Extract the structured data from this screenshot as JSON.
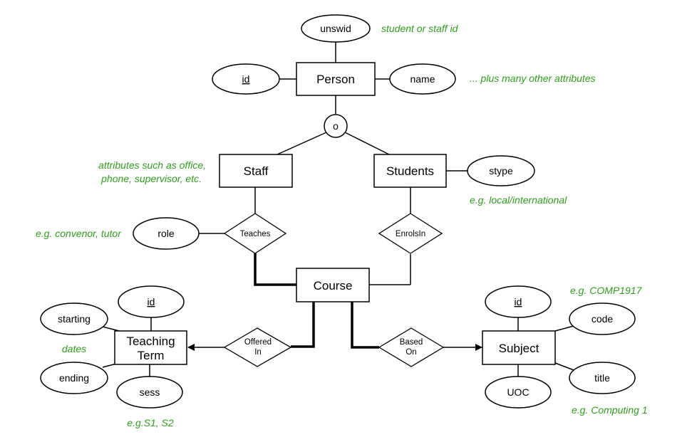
{
  "entities": {
    "person": "Person",
    "staff": "Staff",
    "students": "Students",
    "course": "Course",
    "teaching_term_line1": "Teaching",
    "teaching_term_line2": "Term",
    "subject": "Subject"
  },
  "attributes": {
    "unswid": "unswid",
    "person_id": "id",
    "name": "name",
    "stype": "stype",
    "role": "role",
    "term_id": "id",
    "starting": "starting",
    "ending": "ending",
    "sess": "sess",
    "subject_id": "id",
    "code": "code",
    "title": "title",
    "uoc": "UOC"
  },
  "relationships": {
    "teaches": "Teaches",
    "enrols_in": "EnrolsIn",
    "offered_in_line1": "Offered",
    "offered_in_line2": "In",
    "based_on_line1": "Based",
    "based_on_line2": "On"
  },
  "specialisation": {
    "disjointness": "o"
  },
  "notes": {
    "unswid": "student or staff id",
    "person_attrs": "... plus many other attributes",
    "staff_attrs_line1": "attributes such as office,",
    "staff_attrs_line2": "phone, supervisor, etc.",
    "stype": "e.g. local/international",
    "role": "e.g. convenor, tutor",
    "dates": "dates",
    "sess": "e.g.S1, S2",
    "code": "e.g. COMP1917",
    "title": "e.g. Computing 1"
  },
  "colors": {
    "note": "#2e9e1a",
    "stroke": "#000000"
  }
}
